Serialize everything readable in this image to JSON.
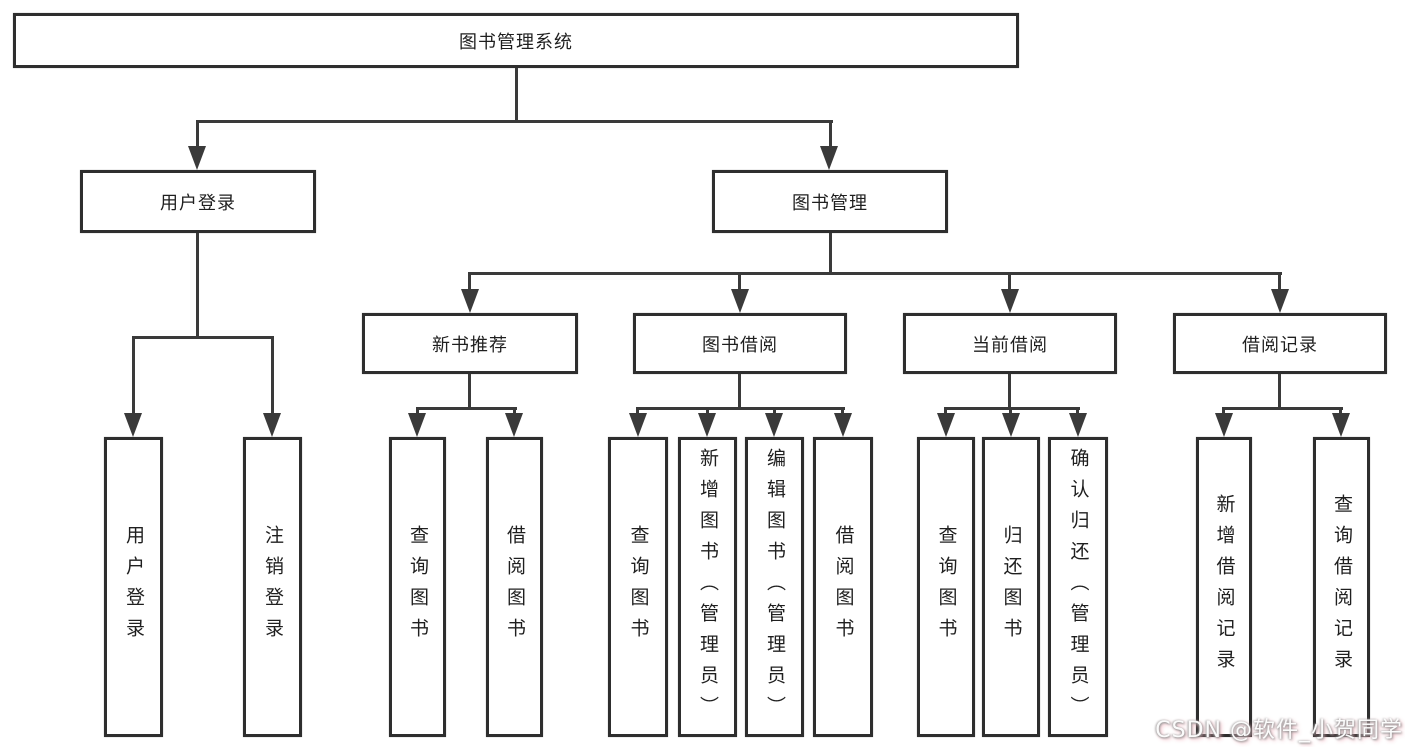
{
  "root": {
    "label": "图书管理系统"
  },
  "level2": [
    {
      "label": "用户登录"
    },
    {
      "label": "图书管理"
    }
  ],
  "login_children": [
    "用户登录",
    "注销登录"
  ],
  "mgmt_groups": [
    {
      "label": "新书推荐",
      "children": [
        "查询图书",
        "借阅图书"
      ]
    },
    {
      "label": "图书借阅",
      "children": [
        "查询图书",
        "新增图书（管理员）",
        "编辑图书（管理员）",
        "借阅图书"
      ]
    },
    {
      "label": "当前借阅",
      "children": [
        "查询图书",
        "归还图书",
        "确认归还（管理员）"
      ]
    },
    {
      "label": "借阅记录",
      "children": [
        "新增借阅记录",
        "查询借阅记录"
      ]
    }
  ],
  "watermark": {
    "text": "CSDN @软件_小贺同学"
  },
  "colors": {
    "line": "#3a3a3a",
    "box_border": "#2e2e2e",
    "box_fill": "#ffffff",
    "text": "#1f1f1f",
    "watermark_text": "#fbfbfb",
    "watermark_accent": "#f2a3b0"
  }
}
